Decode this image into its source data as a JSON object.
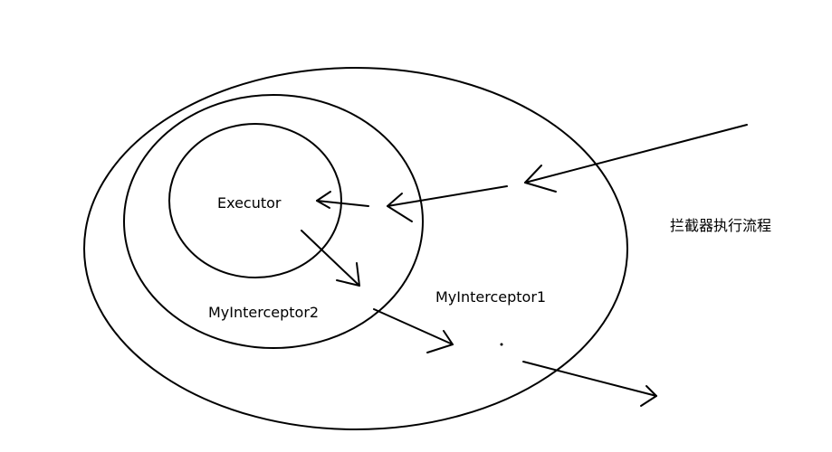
{
  "diagram": {
    "title": "拦截器执行流程",
    "labels": {
      "executor": "Executor",
      "interceptor_inner": "MyInterceptor2",
      "interceptor_outer": "MyInterceptor1"
    },
    "colors": {
      "stroke": "#000000",
      "background": "#ffffff"
    }
  }
}
